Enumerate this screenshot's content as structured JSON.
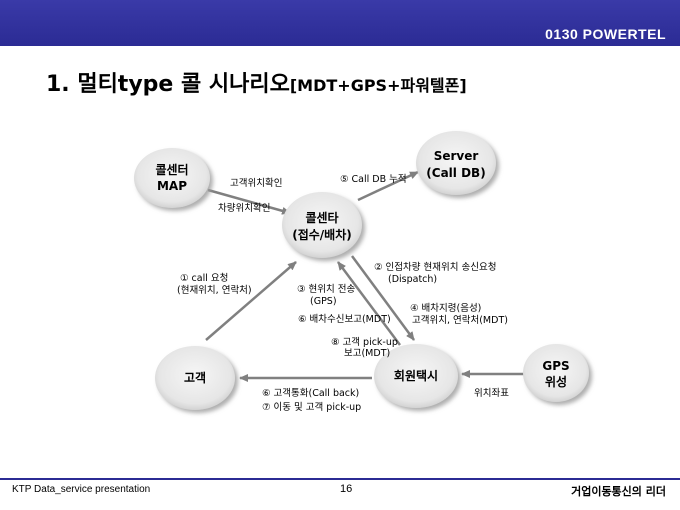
{
  "header": {
    "brand": "0130 POWERTEL"
  },
  "title": {
    "main": "1. 멀티type 콜 시나리오",
    "suffix": "[MDT+GPS+파워텔폰]"
  },
  "nodes": {
    "callcenter_map": [
      "콜센터",
      "MAP"
    ],
    "server": [
      "Server",
      "(Call DB)"
    ],
    "callcenter": [
      "콜센타",
      "(접수/배차)"
    ],
    "customer": [
      "고객"
    ],
    "taxi": [
      "회원택시"
    ],
    "gps": [
      "GPS",
      "위성"
    ]
  },
  "labels": {
    "check_customer": "고객위치확인",
    "check_vehicle": "차량위치확인",
    "call_db": "⑤ Call DB 누적",
    "call_request": [
      "① call 요청",
      "(현재위치, 연락처)"
    ],
    "send_location": [
      "③ 현위치 전송",
      "(GPS)"
    ],
    "dispatch_ack": "⑥ 배차수신보고(MDT)",
    "pickup_report": [
      "⑧ 고객 pick-up",
      "보고(MDT)"
    ],
    "nearby_request": [
      "② 인접차량 현재위치 송신요청",
      "(Dispatch)"
    ],
    "dispatch_order": [
      "④ 배차지령(음성)",
      "고객위치, 연락처(MDT)"
    ],
    "customer_call": "⑥ 고객통화(Call back)",
    "move_pickup": "⑦ 이동 및 고객 pick-up",
    "gps_coord": "위치좌표"
  },
  "footer": {
    "left": "KTP Data_service presentation",
    "page": "16",
    "right": "거업이동통신의 리더"
  },
  "colors": {
    "header_bar": "#2b2b94",
    "node_fill": "#ededed",
    "arrow": "#808080"
  }
}
